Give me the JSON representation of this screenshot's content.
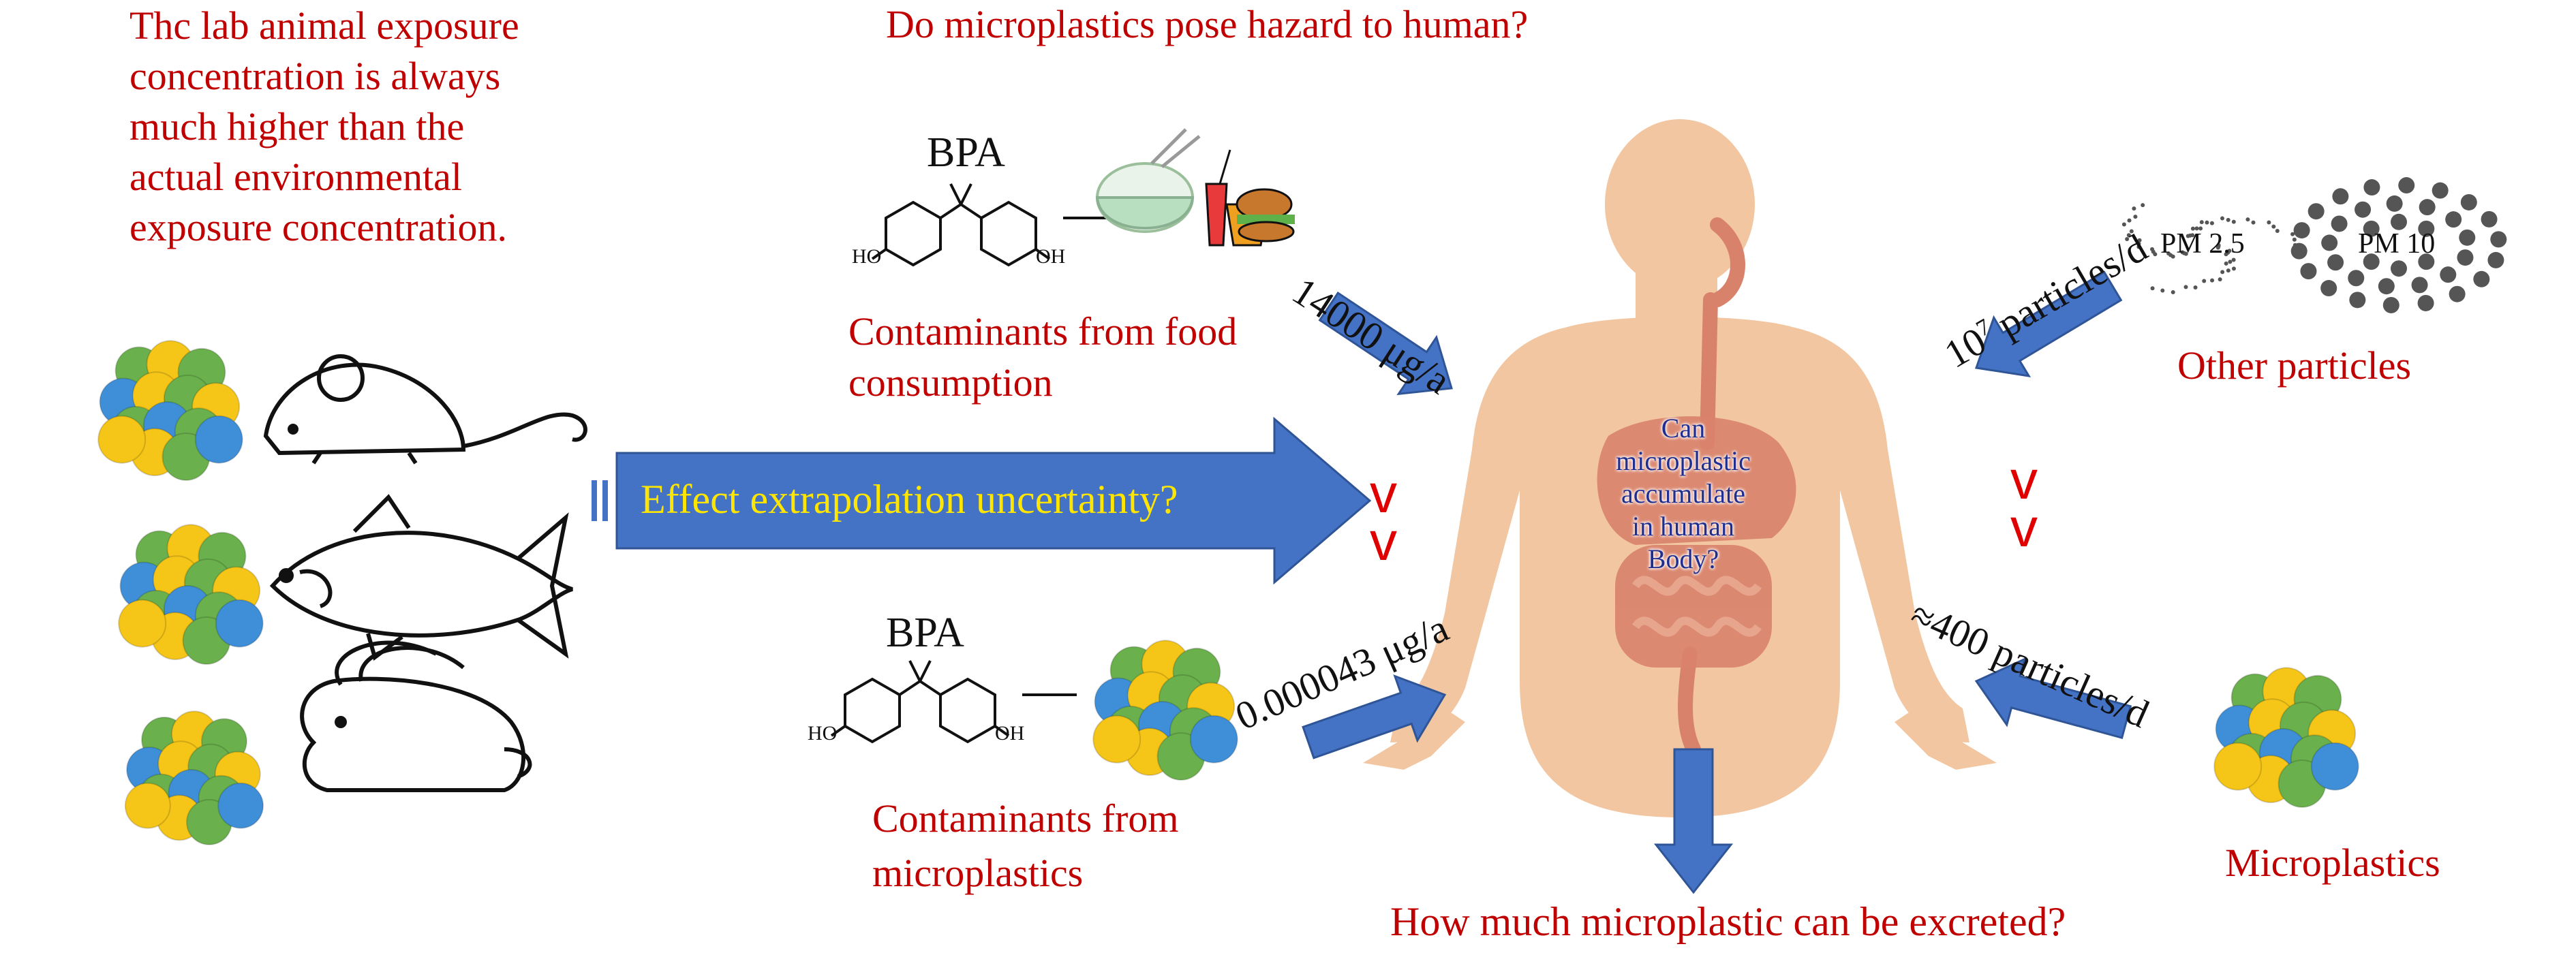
{
  "title_question": "Do microplastics pose hazard to human?",
  "lab_note_lines": [
    "Thc lab animal exposure",
    "concentration is always",
    "much higher than the",
    "actual environmental",
    "exposure concentration."
  ],
  "effect_arrow_label": "Effect extrapolation uncertainty?",
  "compare_symbol": "v",
  "food": {
    "chem_label": "BPA",
    "oh_label": "HO",
    "oh_label2": "OH",
    "caption_line1": "Contaminants from food",
    "caption_line2": "consumption",
    "dose": "14000 μg/a"
  },
  "micro_contam": {
    "chem_label": "BPA",
    "oh_label": "HO",
    "oh_label2": "OH",
    "caption_line1": "Contaminants from",
    "caption_line2": "microplastics",
    "dose": "0.000043 μg/a"
  },
  "other_particles": {
    "pm25": "PM 2.5",
    "pm10": "PM 10",
    "rate_base": "10",
    "rate_exp": "7",
    "rate_unit": " particles/d",
    "caption": "Other particles"
  },
  "microplastics": {
    "rate": "≈400 particles/d",
    "caption": "Microplastics"
  },
  "body_question_lines": [
    "Can",
    "microplastic",
    "accumulate",
    "in human",
    "Body?"
  ],
  "excretion_question": "How much microplastic can be excreted?",
  "colors": {
    "red_text": "#c00000",
    "arrow_blue": "#4472c4",
    "arrow_text_yellow": "#ffe600",
    "skin": "#f2c6a0",
    "organ": "#d9826b",
    "question_blue": "#1f2f8f",
    "bead_green": "#6ab04c",
    "bead_blue": "#3f8fd8",
    "bead_yellow": "#f5c518"
  }
}
